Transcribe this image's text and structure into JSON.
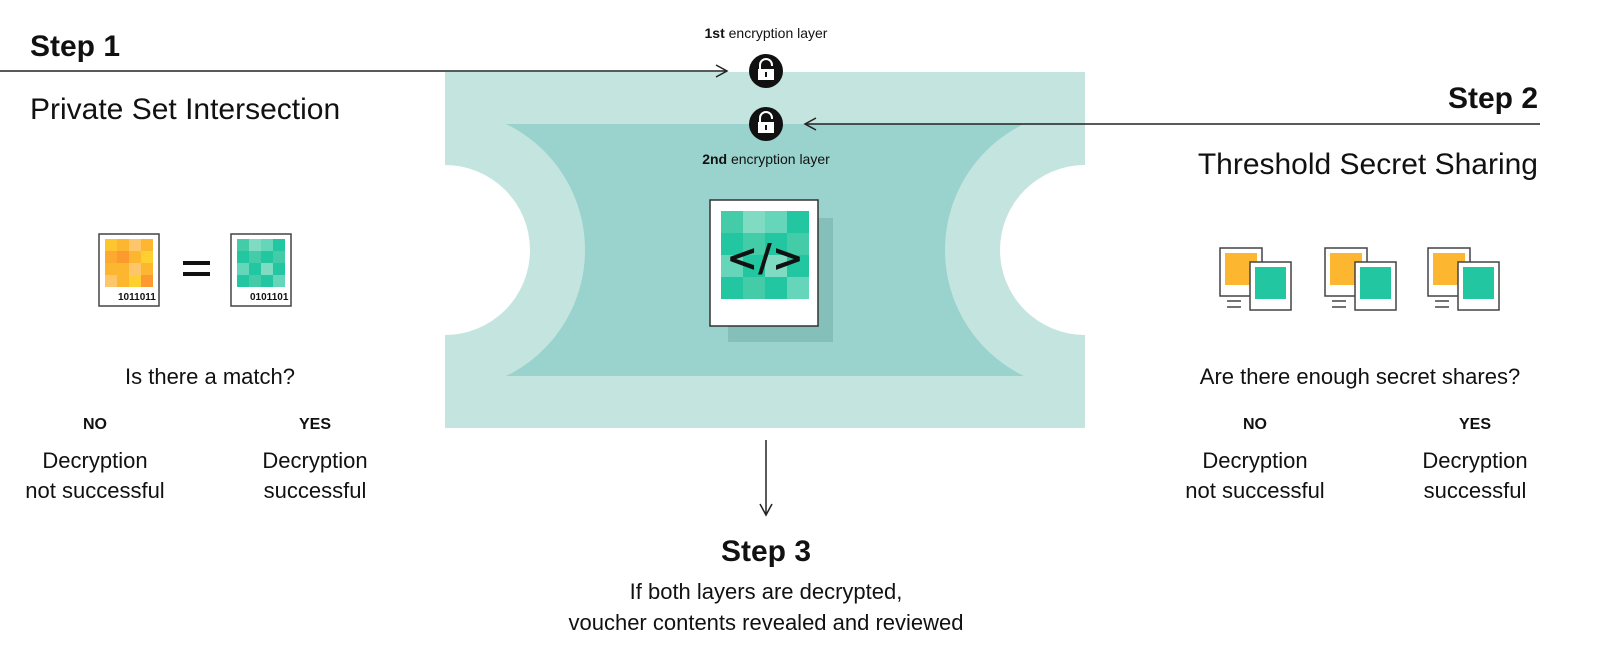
{
  "step1": {
    "title": "Step 1",
    "subtitle": "Private Set Intersection",
    "hash_left": "1011011",
    "hash_right": "0101101",
    "equals": "=",
    "question": "Is there a match?",
    "no": {
      "label": "NO",
      "text1": "Decryption",
      "text2": "not successful"
    },
    "yes": {
      "label": "YES",
      "text1": "Decryption",
      "text2": "successful"
    }
  },
  "step2": {
    "title": "Step 2",
    "subtitle": "Threshold Secret Sharing",
    "question": "Are there enough secret shares?",
    "no": {
      "label": "NO",
      "text1": "Decryption",
      "text2": "not successful"
    },
    "yes": {
      "label": "YES",
      "text1": "Decryption",
      "text2": "successful"
    }
  },
  "layers": {
    "first_bold": "1st",
    "first_rest": " encryption layer",
    "second_bold": "2nd",
    "second_rest": " encryption layer"
  },
  "voucher": {
    "code_symbol": "</>"
  },
  "step3": {
    "title": "Step 3",
    "line1": "If both layers are decrypted,",
    "line2": "voucher contents revealed and reviewed"
  },
  "colors": {
    "outer": "#c4e4df",
    "inner": "#9ad3ce",
    "orange": "#fdb62f",
    "teal": "#22c7a1"
  }
}
